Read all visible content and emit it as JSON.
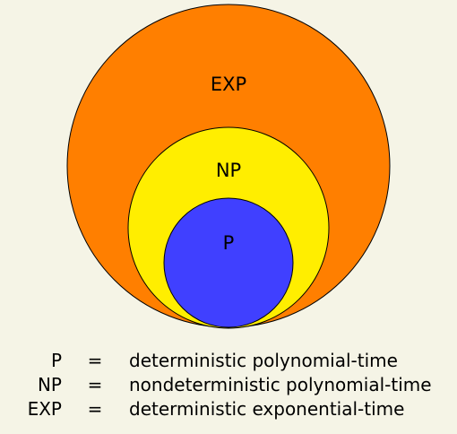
{
  "diagram": {
    "sets": [
      {
        "key": "exp",
        "label": "EXP",
        "color": "#ff7f00"
      },
      {
        "key": "np",
        "label": "NP",
        "color": "#ffee00"
      },
      {
        "key": "p",
        "label": "P",
        "color": "#4040ff"
      }
    ]
  },
  "legend": {
    "equals": "=",
    "rows": [
      {
        "symbol": "P",
        "definition": "deterministic polynomial-time"
      },
      {
        "symbol": "NP",
        "definition": "nondeterministic polynomial-time"
      },
      {
        "symbol": "EXP",
        "definition": "deterministic exponential-time"
      }
    ]
  }
}
